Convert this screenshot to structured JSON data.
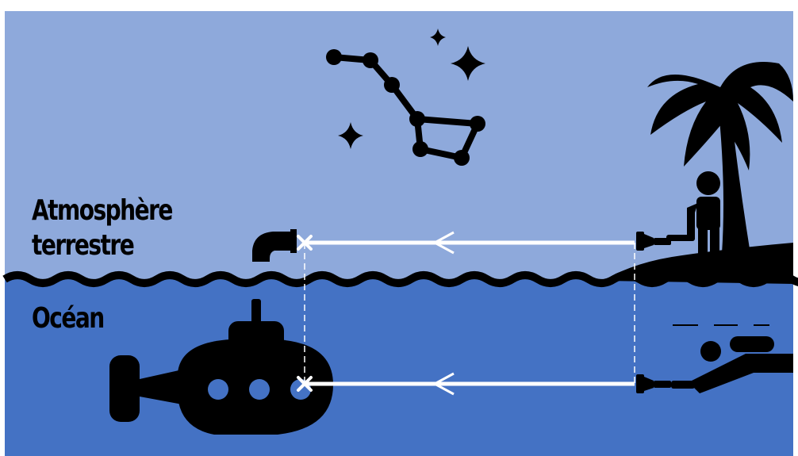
{
  "labels": {
    "atmosphere_line1": "Atmosphère",
    "atmosphere_line2": "terrestre",
    "ocean": "Océan"
  },
  "colors": {
    "sky": "#8EA9DB",
    "ocean": "#4472C4",
    "silhouette": "#000000",
    "ray": "#FFFFFF"
  },
  "icons": [
    "big-dipper-constellation",
    "sparkle-star",
    "palm-tree",
    "person",
    "flashlight",
    "submarine",
    "periscope",
    "scuba-diver",
    "waves"
  ]
}
